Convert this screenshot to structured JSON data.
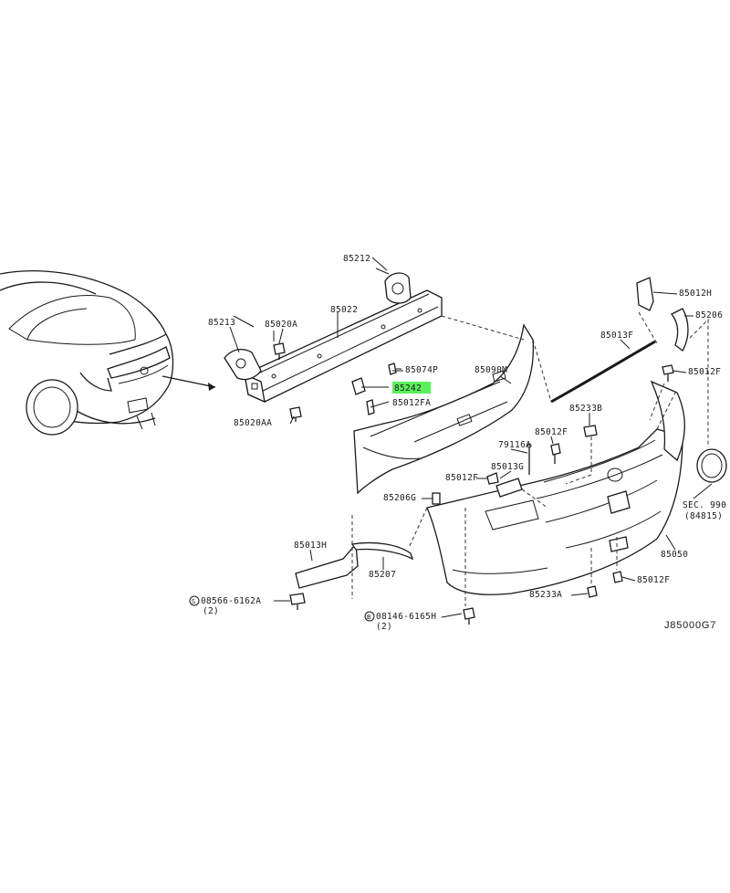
{
  "diagram": {
    "drawing_code": "J85000G7",
    "labels": [
      {
        "id": "p85212",
        "text": "85212"
      },
      {
        "id": "p85022",
        "text": "85022"
      },
      {
        "id": "p85213",
        "text": "85213"
      },
      {
        "id": "p85020A",
        "text": "85020A"
      },
      {
        "id": "p85074P",
        "text": "85074P"
      },
      {
        "id": "p85242",
        "text": "85242",
        "highlighted": true
      },
      {
        "id": "p85012FA",
        "text": "85012FA"
      },
      {
        "id": "p85090M",
        "text": "85090M"
      },
      {
        "id": "p85020AA",
        "text": "85020AA"
      },
      {
        "id": "p85012H",
        "text": "85012H"
      },
      {
        "id": "p85206",
        "text": "85206"
      },
      {
        "id": "p85013F",
        "text": "85013F"
      },
      {
        "id": "p85012F_r",
        "text": "85012F"
      },
      {
        "id": "p85233B",
        "text": "85233B"
      },
      {
        "id": "p85012F_c",
        "text": "85012F"
      },
      {
        "id": "p79116A",
        "text": "79116A"
      },
      {
        "id": "p85013G",
        "text": "85013G"
      },
      {
        "id": "p85012F_l",
        "text": "85012F"
      },
      {
        "id": "p85206G",
        "text": "85206G"
      },
      {
        "id": "pSEC990",
        "text": "SEC. 990"
      },
      {
        "id": "p84815",
        "text": "(84815)"
      },
      {
        "id": "p85050",
        "text": "85050"
      },
      {
        "id": "p85013H",
        "text": "85013H"
      },
      {
        "id": "p85207",
        "text": "85207"
      },
      {
        "id": "p85012F_b",
        "text": "85012F"
      },
      {
        "id": "p85233A",
        "text": "85233A"
      },
      {
        "id": "p08566",
        "text": "08566-6162A"
      },
      {
        "id": "q08566",
        "text": "(2)"
      },
      {
        "id": "p08146",
        "text": "08146-6165H"
      },
      {
        "id": "q08146",
        "text": "(2)"
      }
    ],
    "symbols": {
      "s_circle": "S",
      "b_circle": "B"
    },
    "highlight_color": "#5af05a"
  }
}
